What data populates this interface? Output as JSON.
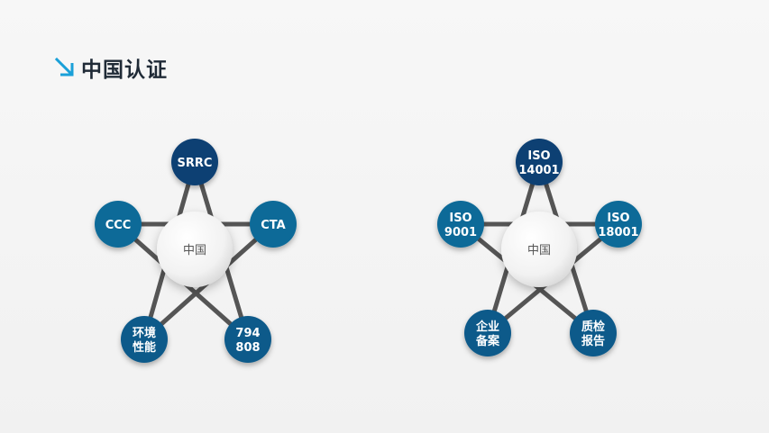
{
  "page_title": "中国认证",
  "colors": {
    "node_dark": "#0d3f73",
    "node_mid": "#0e5a8a",
    "node_light": "#0f6b98",
    "line": "#555555",
    "accent": "#1aa0d8"
  },
  "diagrams": [
    {
      "center_label": "中国",
      "nodes": [
        {
          "lines": [
            "SRRC"
          ]
        },
        {
          "lines": [
            "CTA"
          ]
        },
        {
          "lines": [
            "794",
            "808"
          ]
        },
        {
          "lines": [
            "环境",
            "性能"
          ]
        },
        {
          "lines": [
            "CCC"
          ]
        }
      ]
    },
    {
      "center_label": "中国",
      "nodes": [
        {
          "lines": [
            "ISO",
            "14001"
          ]
        },
        {
          "lines": [
            "ISO",
            "18001"
          ]
        },
        {
          "lines": [
            "质检",
            "报告"
          ]
        },
        {
          "lines": [
            "企业",
            "备案"
          ]
        },
        {
          "lines": [
            "ISO",
            "9001"
          ]
        }
      ]
    }
  ]
}
